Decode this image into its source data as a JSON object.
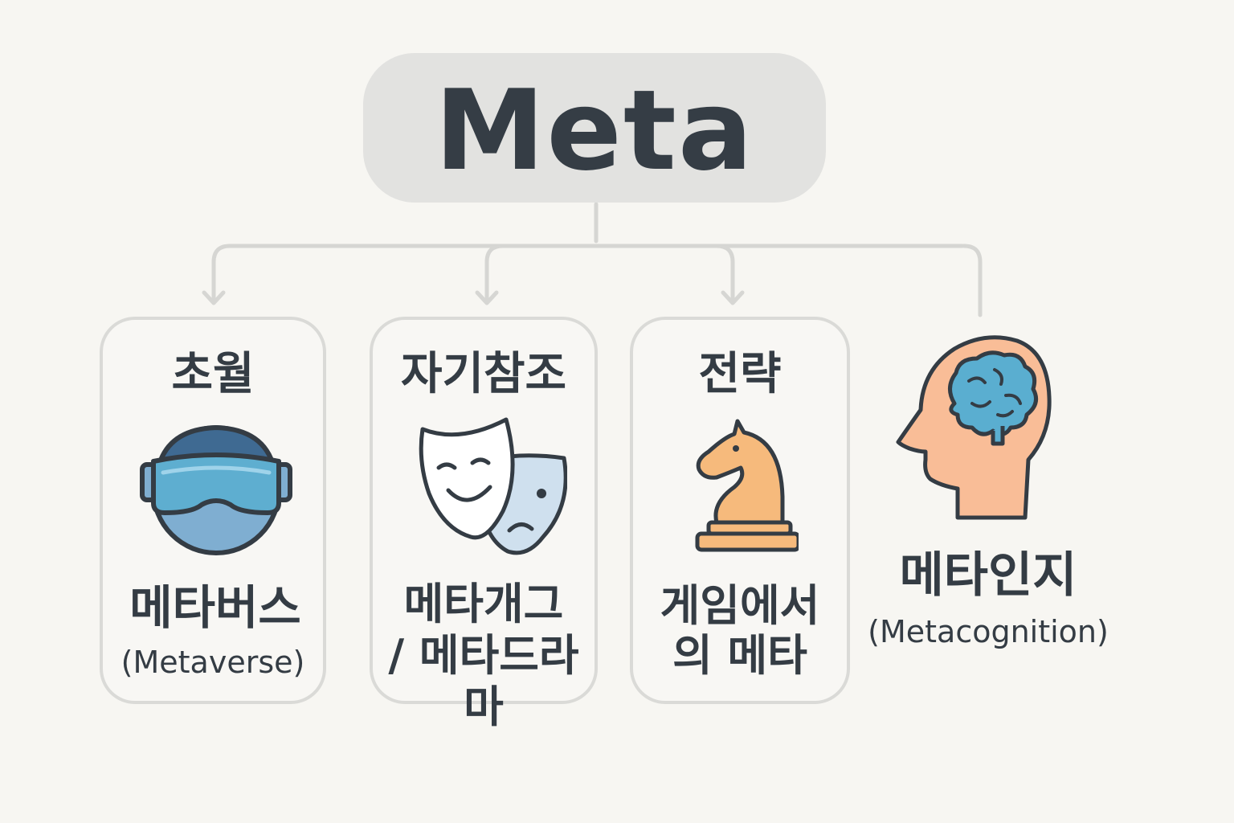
{
  "root": {
    "label": "Meta"
  },
  "branches": [
    {
      "category": "초월",
      "name": "메타버스",
      "sub": "(Metaverse)",
      "icon": "vr-headset-icon"
    },
    {
      "category": "자기참조",
      "name_line1": "메타개그",
      "name_line2": "/ 메타드라마",
      "icon": "theater-masks-icon"
    },
    {
      "category": "전략",
      "name_line1": "게임에서",
      "name_line2": "의 메타",
      "icon": "chess-knight-icon"
    },
    {
      "name": "메타인지",
      "sub": "(Metacognition)",
      "icon": "head-brain-icon"
    }
  ],
  "colors": {
    "background": "#f7f6f2",
    "root_fill": "#e2e2e0",
    "text": "#343c44",
    "connector": "#d6d6d3",
    "vr_blue": "#5eaed0",
    "knight_orange": "#f6ba7c",
    "head_peach": "#f9bd97",
    "brain_blue": "#5aaed0"
  }
}
